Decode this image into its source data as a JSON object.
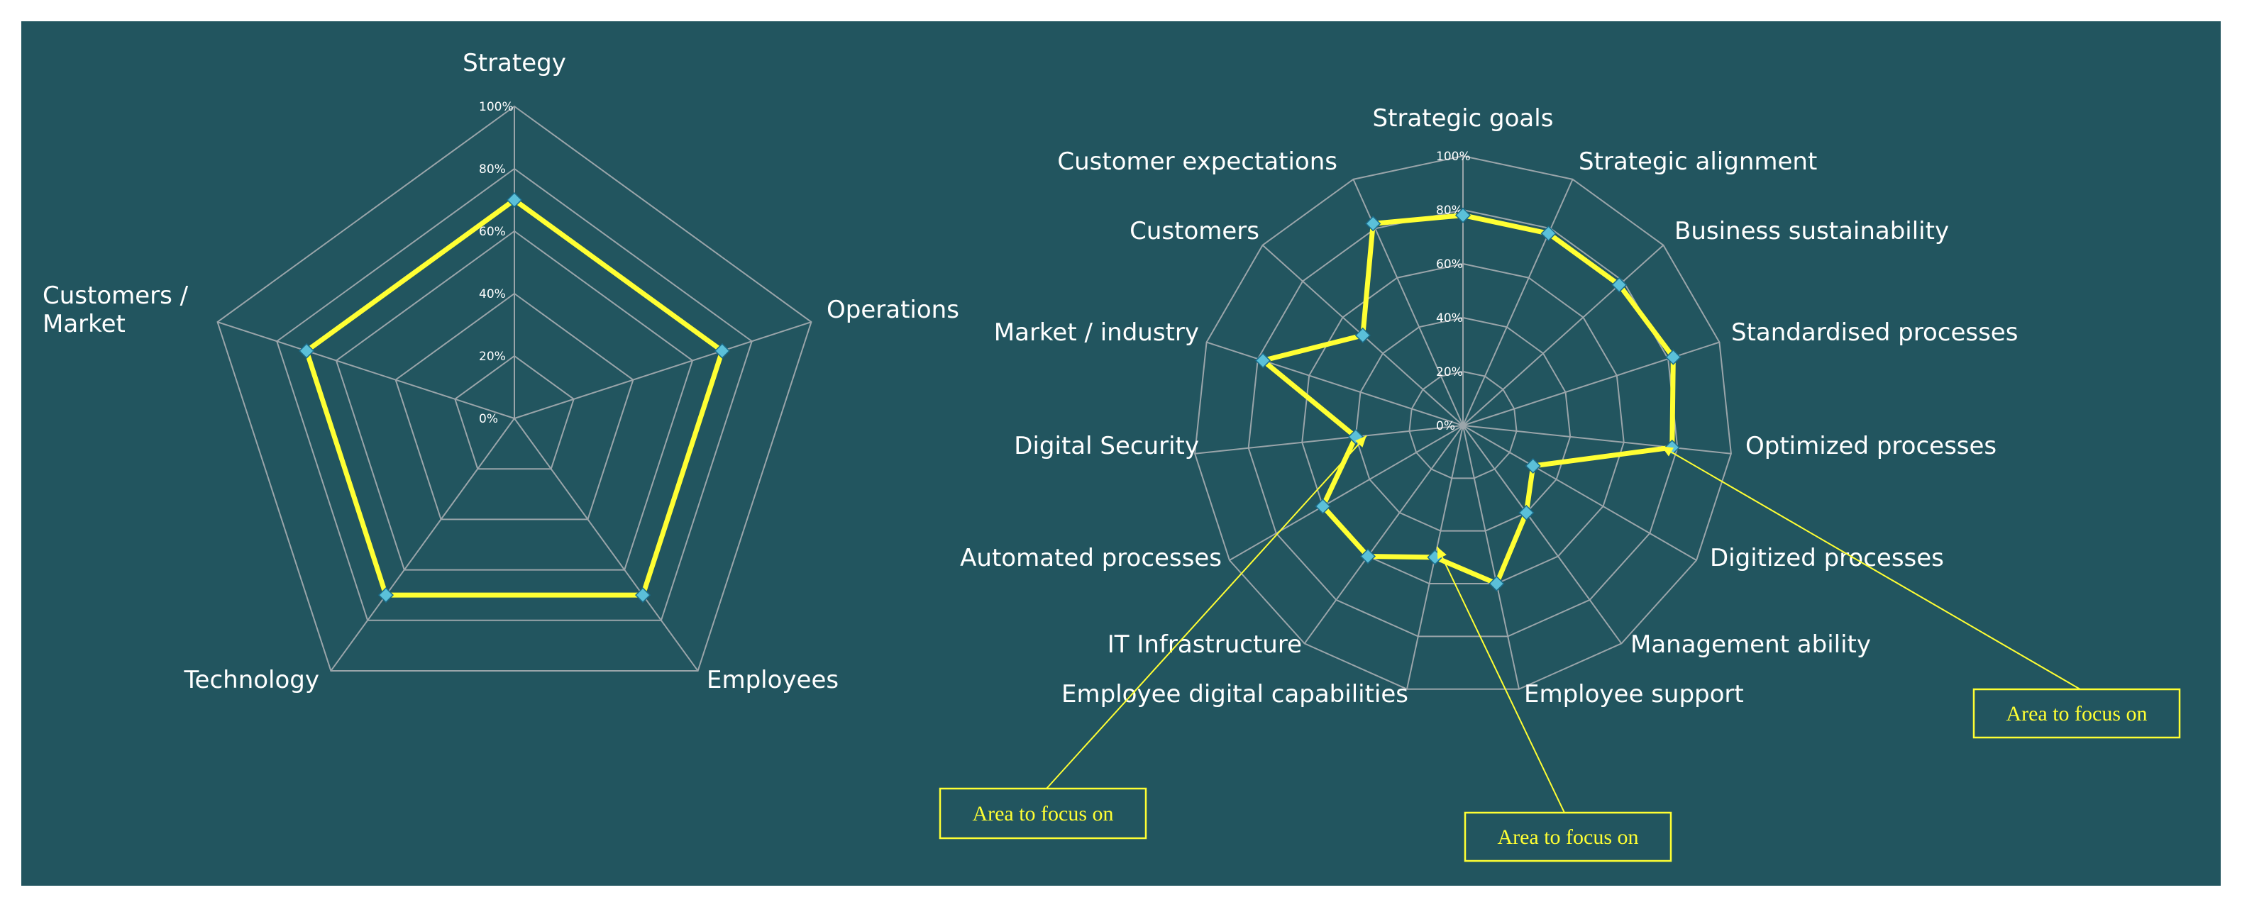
{
  "colors": {
    "background": "#22555f",
    "grid": "#9aa5aa",
    "series_line": "#ffff33",
    "marker": "#5bc0d9",
    "annotation": "#ffff33"
  },
  "chart_data": [
    {
      "type": "radar",
      "axes": [
        "Strategy",
        "Operations",
        "Employees",
        "Technology",
        "Customers / Market"
      ],
      "values": [
        70,
        70,
        70,
        70,
        70
      ],
      "tick_labels": [
        "0%",
        "20%",
        "40%",
        "60%",
        "80%",
        "100%"
      ],
      "ylim": [
        0,
        100
      ],
      "grid": true,
      "marker": "diamond"
    },
    {
      "type": "radar",
      "axes": [
        "Strategic goals",
        "Strategic alignment",
        "Business sustainability",
        "Standardised processes",
        "Optimized processes",
        "Digitized processes",
        "Management ability",
        "Employee support",
        "Employee digital capabilities",
        "IT Infrastructure",
        "Automated processes",
        "Digital Security",
        "Market / industry",
        "Customers",
        "Customer expectations"
      ],
      "values": [
        78,
        78,
        78,
        82,
        78,
        30,
        40,
        60,
        50,
        60,
        60,
        40,
        78,
        50,
        82
      ],
      "tick_labels": [
        "0%",
        "20%",
        "40%",
        "60%",
        "80%",
        "100%"
      ],
      "ylim": [
        0,
        100
      ],
      "grid": true,
      "marker": "diamond",
      "annotations": [
        {
          "text": "Area to focus on",
          "target_axis": "Digital Security"
        },
        {
          "text": "Area to focus on",
          "target_axis": "Employee digital capabilities"
        },
        {
          "text": "Area to focus on",
          "target_axis": "Optimized processes"
        }
      ]
    }
  ]
}
